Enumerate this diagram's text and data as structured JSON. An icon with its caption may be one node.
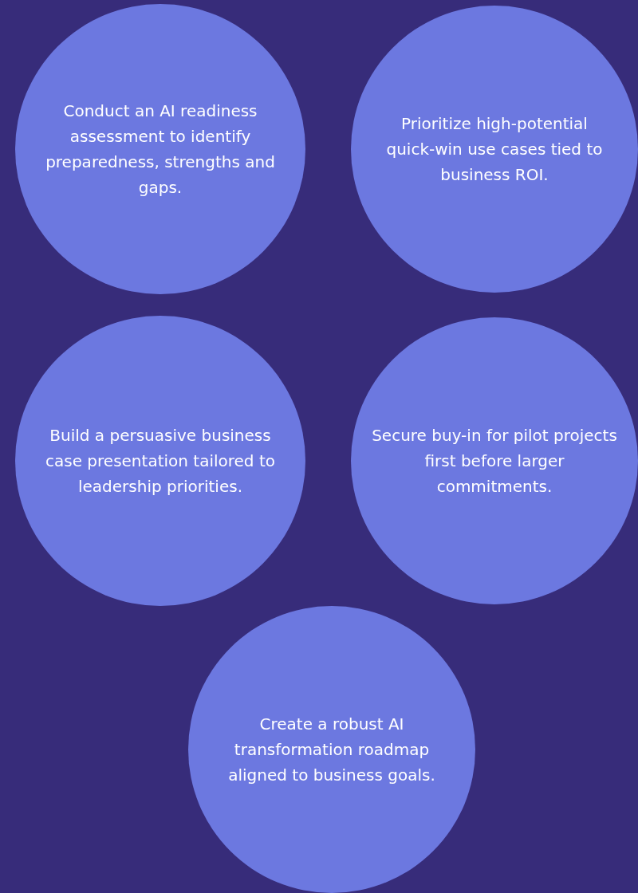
{
  "diagram": {
    "nodes": [
      {
        "text": [
          "Conduct an AI readiness assessment to identify preparedness, strengths and gaps."
        ]
      },
      {
        "text": [
          "Prioritize high-potential quick-win use cases tied to business ROI."
        ]
      },
      {
        "text": [
          "Build a persuasive business case presentation tailored to leadership priorities."
        ]
      },
      {
        "text": [
          "Secure buy-in for pilot projects first before larger commitments."
        ]
      },
      {
        "text": [
          "Create a robust AI transformation roadmap aligned to business goals."
        ]
      }
    ]
  }
}
